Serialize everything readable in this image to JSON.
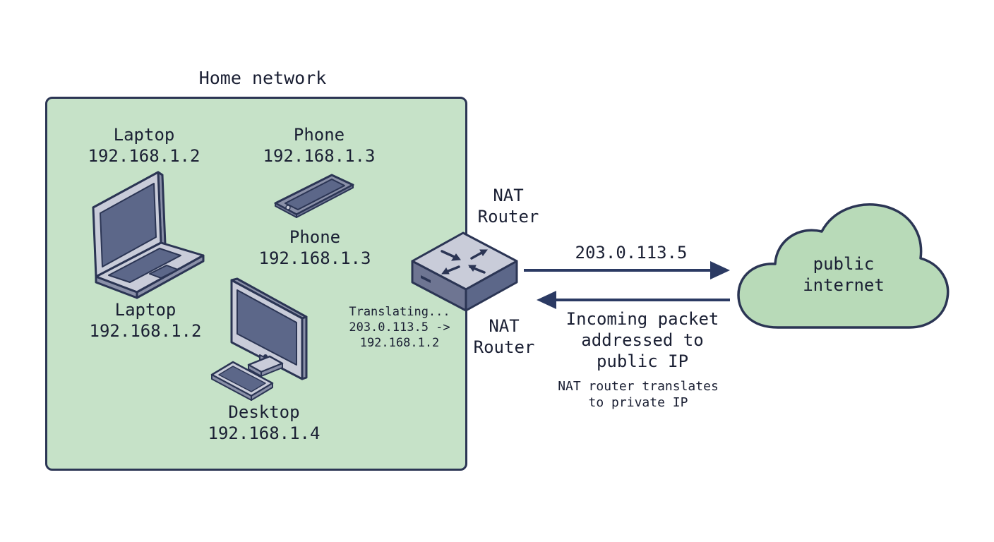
{
  "title": "Home network",
  "colors": {
    "network_fill": "#c6e2c8",
    "cloud_fill": "#b8dab8",
    "stroke": "#2b3554",
    "arrow": "#2b3a63",
    "device_face": "#c9ccd9",
    "device_screen": "#5c6789"
  },
  "devices": {
    "laptop_top": {
      "name": "Laptop",
      "ip": "192.168.1.2"
    },
    "phone_top": {
      "name": "Phone",
      "ip": "192.168.1.3"
    },
    "phone_mid": {
      "name": "Phone",
      "ip": "192.168.1.3"
    },
    "laptop_mid": {
      "name": "Laptop",
      "ip": "192.168.1.2"
    },
    "desktop": {
      "name": "Desktop",
      "ip": "192.168.1.4"
    }
  },
  "router": {
    "label_top": [
      "NAT",
      "Router"
    ],
    "label_bottom": [
      "NAT",
      "Router"
    ],
    "icon": "router-icon"
  },
  "translating_note": [
    "Translating...",
    "203.0.113.5 ->",
    "192.168.1.2"
  ],
  "outgoing_label": "203.0.113.5",
  "incoming_label": [
    "Incoming packet",
    "addressed to",
    "public IP"
  ],
  "incoming_note": [
    "NAT router translates",
    "to private IP"
  ],
  "cloud": {
    "label": [
      "public",
      "internet"
    ]
  }
}
